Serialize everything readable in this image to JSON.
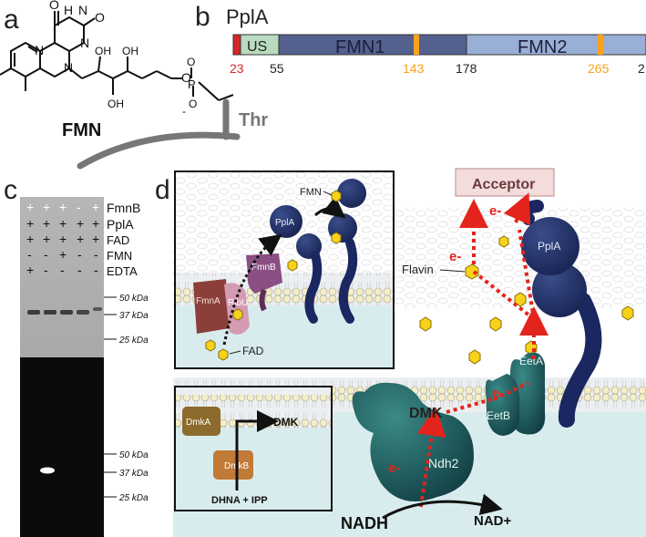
{
  "panels": {
    "a": "a",
    "b": "b",
    "c": "c",
    "d": "d"
  },
  "panel_a": {
    "molecule": "FMN",
    "residue": "Thr",
    "atoms": {
      "h": "H",
      "n": "N",
      "o": "O",
      "oh": "OH",
      "p": "P",
      "o_minus": "O",
      "minus": "-"
    }
  },
  "panel_b": {
    "protein": "PplA",
    "domains": [
      "US",
      "FMN1",
      "FMN2"
    ],
    "positions": [
      "23",
      "55",
      "143",
      "178",
      "265",
      "2"
    ],
    "colors": {
      "signal": "#d62728",
      "us": "#b9dbc0",
      "fmn1": "#54608e",
      "fmn2": "#9aafd6",
      "site": "#f7a21b"
    }
  },
  "panel_c": {
    "rows": [
      {
        "label": "FmnB",
        "marks": [
          "+",
          "+",
          "+",
          "-",
          "+"
        ]
      },
      {
        "label": "PplA",
        "marks": [
          "+",
          "+",
          "+",
          "+",
          "+"
        ]
      },
      {
        "label": "FAD",
        "marks": [
          "+",
          "+",
          "+",
          "+",
          "+"
        ]
      },
      {
        "label": "FMN",
        "marks": [
          "-",
          "-",
          "+",
          "-",
          "-"
        ]
      },
      {
        "label": "EDTA",
        "marks": [
          "+",
          "-",
          "-",
          "-",
          "-"
        ]
      }
    ],
    "markers_top": [
      "50 kDa",
      "37 kDa",
      "25 kDa"
    ],
    "markers_bottom": [
      "50 kDa",
      "37 kDa",
      "25 kDa"
    ]
  },
  "panel_d": {
    "acceptor": "Acceptor",
    "proteins": {
      "pplA": "PplA",
      "eetA": "EetA",
      "eetB": "EetB",
      "ndh2": "Ndh2",
      "fmnA": "FmnA",
      "ribU": "RibU",
      "fmnB": "FmnB",
      "pplA_small": "PplA",
      "dmkA": "DmkA",
      "dmkB": "DmkB"
    },
    "labels": {
      "flavin": "Flavin",
      "fmn": "FMN",
      "fad": "FAD",
      "dmk": "DMK",
      "dmk_inset": "DMK",
      "dhna": "DHNA + IPP",
      "nadh": "NADH",
      "nad": "NAD+",
      "electron": "e-"
    }
  }
}
